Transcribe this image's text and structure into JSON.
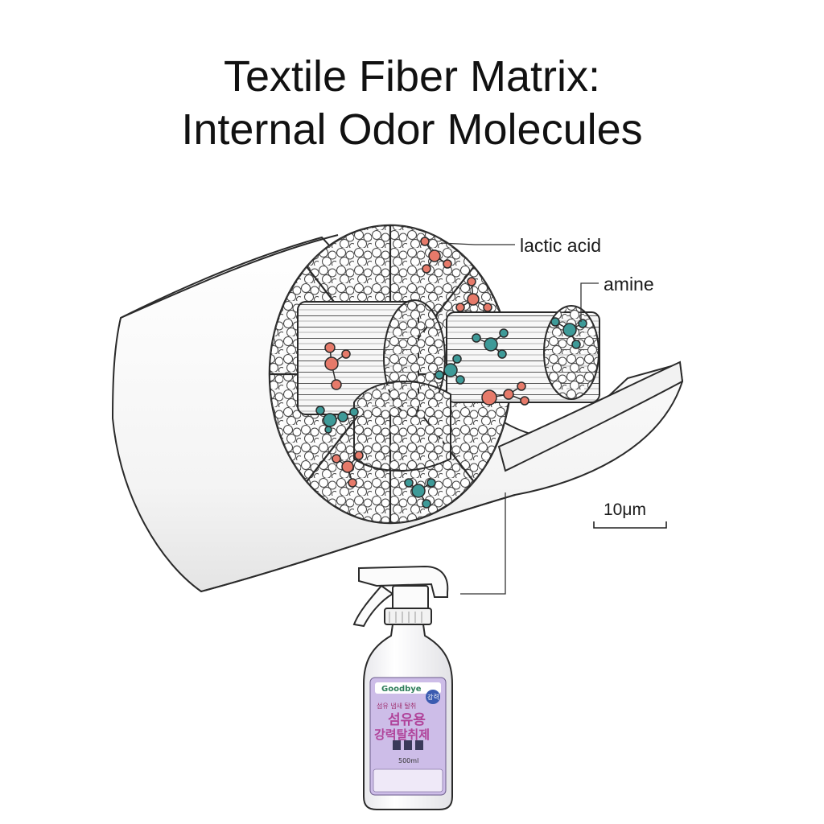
{
  "title": {
    "line1": "Textile Fiber Matrix:",
    "line2": "Internal Odor Molecules"
  },
  "labels": {
    "lactic_acid": "lactic acid",
    "amine": "amine",
    "scale_bar": "10μm"
  },
  "bottle": {
    "brand": "Goodbye",
    "badge": "강력",
    "subtitle": "섬유 냄새 탈취",
    "headline_line1": "섬유용",
    "headline_line2": "강력탈취제",
    "footer": "500ml"
  },
  "colors": {
    "lactic_acid": "#e67a6a",
    "amine": "#3e9a98",
    "outline": "#2a2a2a",
    "label_purple": "#c9b8e6",
    "headline_pink": "#b0439a"
  },
  "icons": {
    "lactic_molecule": "lactic-acid-molecule-icon",
    "amine_molecule": "amine-molecule-icon",
    "spray_bottle": "spray-bottle-icon"
  }
}
